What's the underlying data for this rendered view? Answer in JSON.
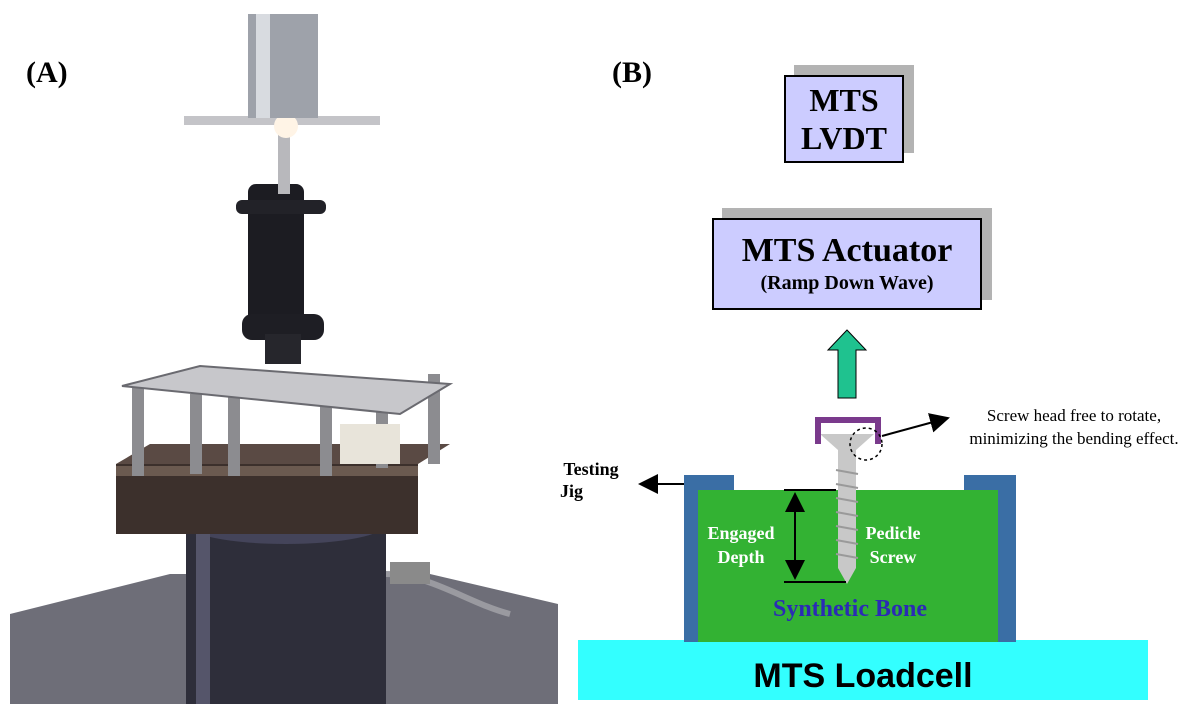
{
  "panels": {
    "a_label": "(A)",
    "b_label": "(B)"
  },
  "photo": {
    "description_icon": "mts-test-machine-photo"
  },
  "diagram": {
    "lvdt_line1": "MTS",
    "lvdt_line2": "LVDT",
    "actuator_title": "MTS Actuator",
    "actuator_subtitle": "(Ramp Down Wave)",
    "screw_note_line1": "Screw head free to rotate,",
    "screw_note_line2": "minimizing the bending effect.",
    "jig_line1": "Testing",
    "jig_line2": "Jig",
    "engaged_line1": "Engaged",
    "engaged_line2": "Depth",
    "screw_line1": "Pedicle",
    "screw_line2": "Screw",
    "bone_label": "Synthetic Bone",
    "loadcell_label": "MTS Loadcell"
  },
  "colors": {
    "box_fill": "#ccccff",
    "box_shadow": "#b3b3b3",
    "arrow_green": "#1fc28f",
    "bone_green": "#33b233",
    "jig_blue": "#3a6ea5",
    "loadcell_cyan": "#33ffff",
    "screw_gray": "#c8c8c8",
    "holder_purple": "#7a3a8c",
    "bone_text": "#2b2bb5"
  }
}
